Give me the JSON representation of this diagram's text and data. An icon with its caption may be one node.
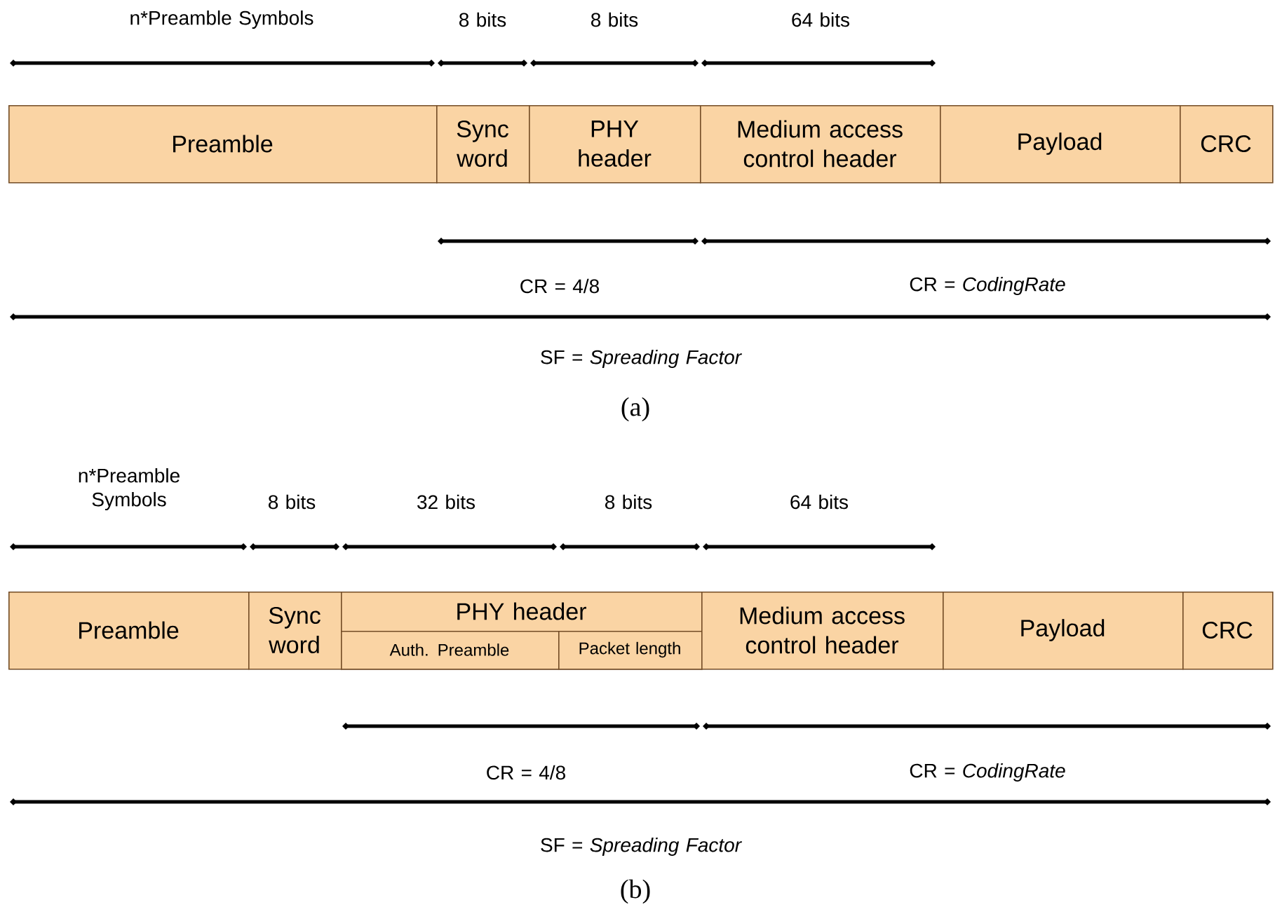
{
  "diagram": {
    "nodes": [
      {
        "text": [
          "Preamble"
        ]
      },
      {
        "text": [
          "Sync word"
        ]
      },
      {
        "text": [
          "PHY header"
        ]
      },
      {
        "text": [
          "Medium access control header"
        ]
      },
      {
        "text": [
          "Payload"
        ]
      },
      {
        "text": [
          "CRC"
        ]
      },
      {
        "text": [
          "Preamble"
        ]
      },
      {
        "text": [
          "Sync word"
        ]
      },
      {
        "text": [
          "PHY header"
        ]
      },
      {
        "text": [
          "Auth. Preamble"
        ],
        "in": 8
      },
      {
        "text": [
          "Packet length"
        ],
        "in": 8
      },
      {
        "text": [
          "Medium access control header"
        ]
      },
      {
        "text": [
          "Payload"
        ]
      },
      {
        "text": [
          "CRC"
        ]
      }
    ],
    "labels": [
      "n*Preamble Symbols",
      "8 bits",
      "8 bits",
      "64 bits",
      "CR = 4/8",
      "CR = *CodingRate*",
      "SF = *Spreading Factor*",
      "(a)",
      "n*Preamble Symbols",
      "8 bits",
      "32 bits",
      "8 bits",
      "64 bits",
      "CR = 4/8",
      "CR = *CodingRate*",
      "SF = *Spreading Factor*",
      "(b)"
    ]
  }
}
